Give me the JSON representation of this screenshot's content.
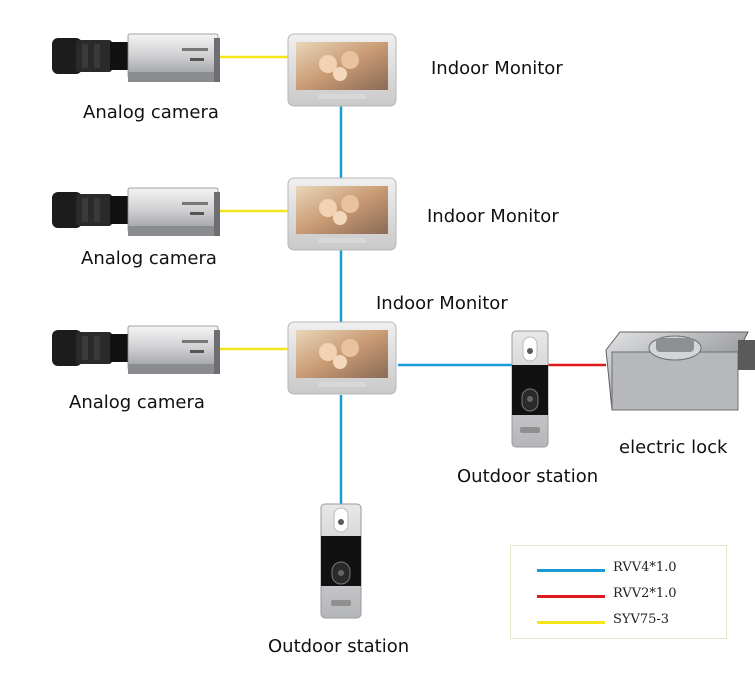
{
  "devices": {
    "monitor_1": "Indoor Monitor",
    "monitor_2": "Indoor Monitor",
    "monitor_3": "Indoor Monitor",
    "camera_1": "Analog camera",
    "camera_2": "Analog camera",
    "camera_3": "Analog camera",
    "outdoor_station_right": "Outdoor station",
    "outdoor_station_bottom": "Outdoor station",
    "electric_lock": "electric lock"
  },
  "legend": [
    {
      "label": "RVV4*1.0",
      "color": "#1a9bd7"
    },
    {
      "label": "RVV2*1.0",
      "color": "#e0191f"
    },
    {
      "label": "SYV75-3",
      "color": "#f5e61a"
    }
  ],
  "colors": {
    "rvv4": "#1a9bd7",
    "rvv2": "#e0191f",
    "syv75": "#f5e61a"
  }
}
